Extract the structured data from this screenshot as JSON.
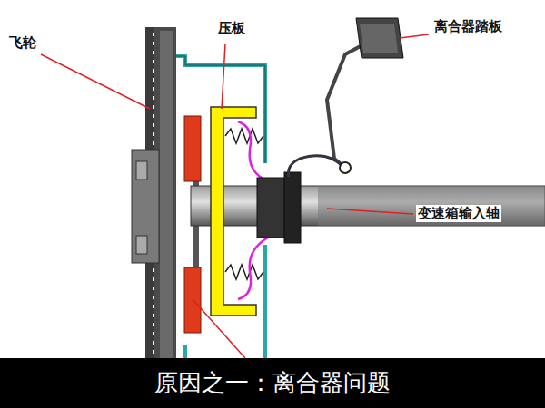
{
  "diagram": {
    "caption": "原因之一：离合器问题",
    "labels": [
      "飞轮",
      "压板",
      "离合器踏板",
      "变速箱输入轴"
    ]
  }
}
